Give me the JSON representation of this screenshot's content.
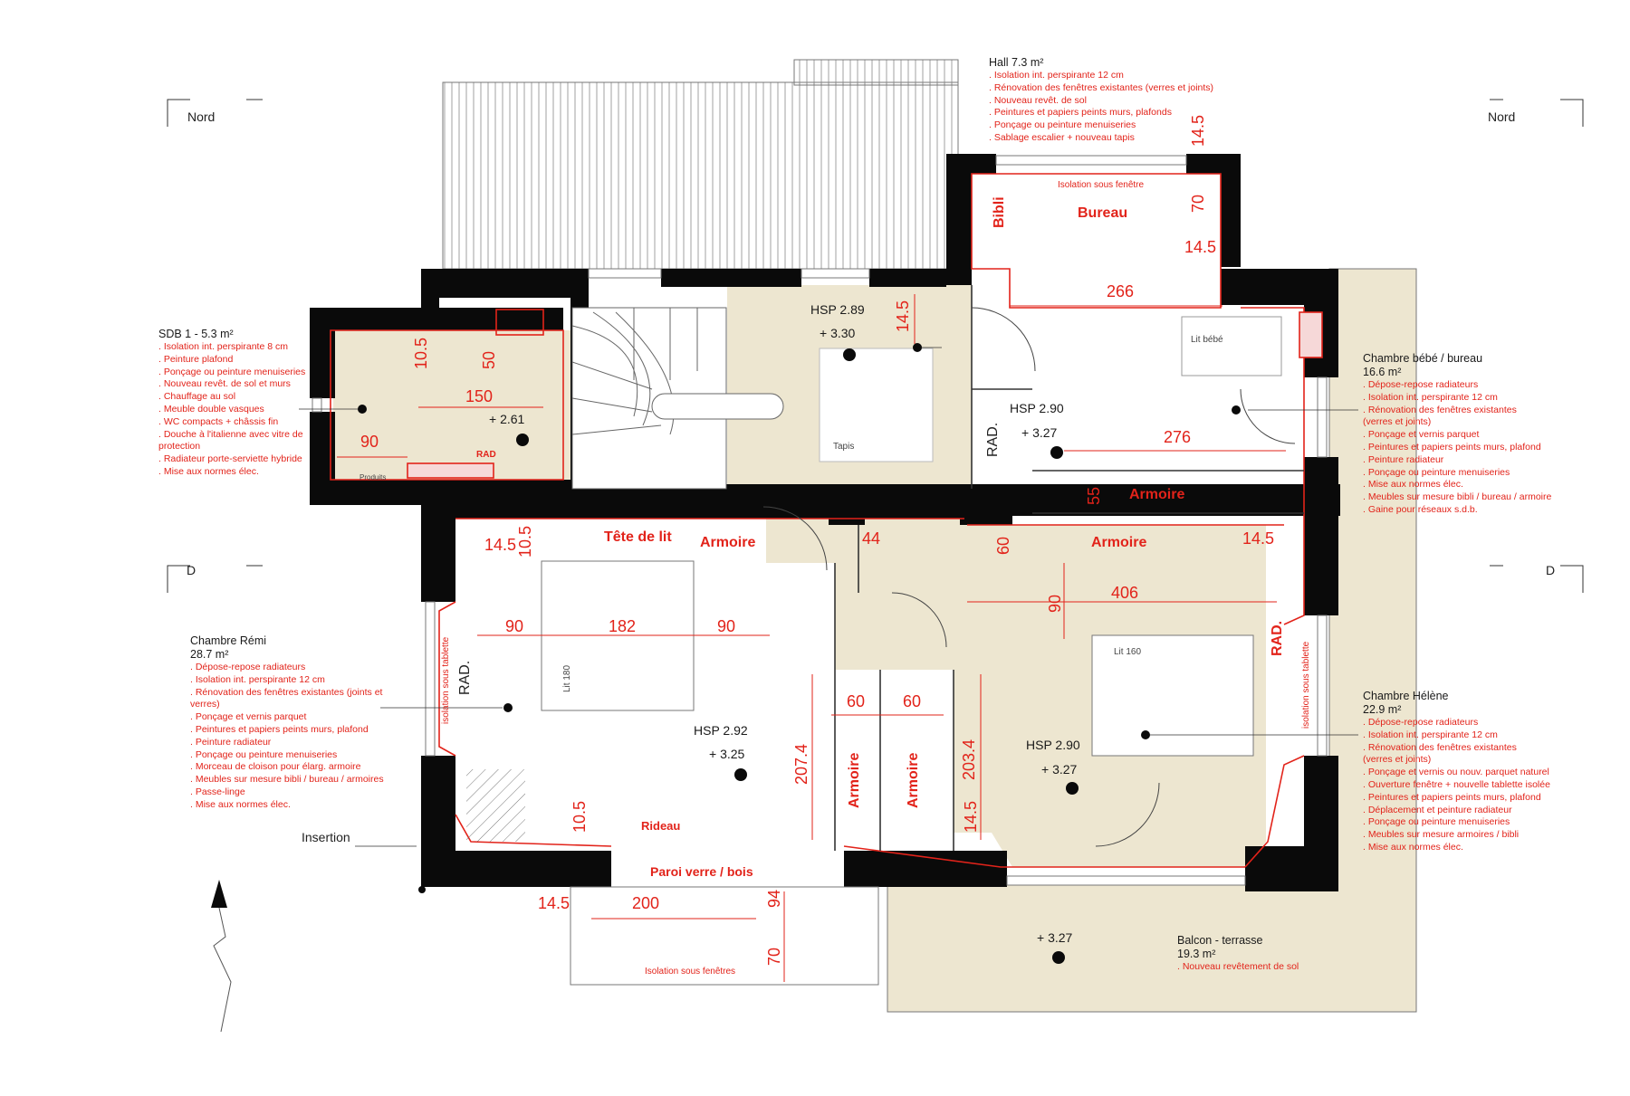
{
  "compass": {
    "north_left": "Nord",
    "north_right": "Nord",
    "section_left": "D",
    "section_right": "D"
  },
  "insertion_label": "Insertion",
  "annotations": {
    "hall": {
      "title": "Hall 7.3 m²",
      "area": "",
      "items": [
        ". Isolation int. perspirante 12 cm",
        ". Rénovation des fenêtres existantes (verres et joints)",
        ". Nouveau revêt. de sol",
        ". Peintures et papiers peints murs, plafonds",
        ". Ponçage ou peinture menuiseries",
        ". Sablage escalier + nouveau tapis"
      ]
    },
    "sdb": {
      "title": "SDB 1 - 5.3 m²",
      "area": "",
      "items": [
        ". Isolation int. perspirante 8 cm",
        ". Peinture plafond",
        ". Ponçage ou peinture menuiseries",
        ". Nouveau revêt. de sol et murs",
        ". Chauffage au sol",
        ". Meuble double vasques",
        ". WC compacts + châssis fin",
        ". Douche à l'italienne avec vitre de",
        "protection",
        ". Radiateur porte-serviette hybride",
        ". Mise aux normes élec."
      ]
    },
    "bebe": {
      "title": "Chambre bébé / bureau",
      "area": "16.6 m²",
      "items": [
        ". Dépose-repose radiateurs",
        ". Isolation int. perspirante 12 cm",
        ". Rénovation des fenêtres existantes",
        "(verres et joints)",
        ". Ponçage et vernis parquet",
        ". Peintures et papiers peints murs, plafond",
        ". Peinture radiateur",
        ". Ponçage ou peinture menuiseries",
        ". Mise aux normes élec.",
        ". Meubles sur mesure bibli / bureau / armoire",
        ". Gaine pour réseaux s.d.b."
      ]
    },
    "remi": {
      "title": "Chambre Rémi",
      "area": "28.7 m²",
      "items": [
        ". Dépose-repose radiateurs",
        ". Isolation int. perspirante 12 cm",
        ". Rénovation des fenêtres existantes (joints et",
        "verres)",
        ". Ponçage et vernis parquet",
        ". Peintures et papiers peints murs, plafond",
        ". Peinture radiateur",
        ". Ponçage ou peinture menuiseries",
        ". Morceau de cloison pour élarg. armoire",
        ". Meubles sur mesure bibli / bureau / armoires",
        ". Passe-linge",
        ". Mise aux normes élec."
      ]
    },
    "helene": {
      "title": "Chambre Hélène",
      "area": "22.9 m²",
      "items": [
        ". Dépose-repose radiateurs",
        ". Isolation int. perspirante 12 cm",
        ". Rénovation des fenêtres existantes",
        "(verres et joints)",
        ". Ponçage et vernis ou nouv. parquet naturel",
        ". Ouverture fenêtre + nouvelle tablette isolée",
        ". Peintures et papiers peints murs, plafond",
        ". Déplacement et peinture radiateur",
        ". Ponçage ou peinture menuiseries",
        ". Meubles sur mesure armoires / bibli",
        ". Mise aux normes élec."
      ]
    },
    "balcon": {
      "title": "Balcon - terrasse",
      "area": "19.3 m²",
      "items": [
        ". Nouveau revêtement de sol"
      ]
    }
  },
  "room_labels": {
    "bureau": "Bureau",
    "bibli": "Bibli",
    "armoire_bebe": "Armoire",
    "armoire_couloir": "Armoire",
    "armoire_remi": "Armoire",
    "tete_de_lit": "Tête de lit",
    "armoire_v1": "Armoire",
    "armoire_v2": "Armoire",
    "rideau": "Rideau",
    "paroi": "Paroi verre / bois",
    "rad_bebe": "RAD.",
    "rad_remi": "RAD.",
    "rad_helene": "RAD.",
    "rad_sdb": "RAD"
  },
  "small_labels": {
    "isolation_bureau": "Isolation sous fenêtre",
    "isolation_loggia": "Isolation sous fenêtres",
    "isolation_remi": "isolation sous tablette",
    "isolation_helene": "isolation sous tablette",
    "lit_bebe": "Lit bébé",
    "lit_180": "Lit 180",
    "lit_160": "Lit 160",
    "tapis": "Tapis",
    "produits": "Produits"
  },
  "levels": {
    "hall": {
      "hsp": "HSP 2.89",
      "alt": "+ 3.30"
    },
    "sdb": {
      "alt": "+ 2.61"
    },
    "bebe": {
      "hsp": "HSP 2.90",
      "alt": "+ 3.27"
    },
    "remi": {
      "hsp": "HSP 2.92",
      "alt": "+ 3.25"
    },
    "helene": {
      "hsp": "HSP 2.90",
      "alt": "+ 3.27"
    },
    "balcon": {
      "alt": "+ 3.27"
    }
  },
  "dimensions": {
    "bureau_top": "14.5",
    "bureau_70": "70",
    "bureau_145b": "14.5",
    "bureau_266": "266",
    "hall_145": "14.5",
    "sdb_105": "10.5",
    "sdb_50": "50",
    "sdb_150": "150",
    "sdb_90": "90",
    "bebe_276": "276",
    "bebe_55": "55",
    "couloir_60": "60",
    "couloir_145": "14.5",
    "couloir_44": "44",
    "helene_90": "90",
    "helene_406": "406",
    "remi_145": "14.5",
    "remi_105": "10.5",
    "remi_90a": "90",
    "remi_182": "182",
    "remi_90b": "90",
    "remi_60a": "60",
    "remi_60b": "60",
    "remi_2074": "207.4",
    "helene_2034": "203.4",
    "remi_105b": "10.5",
    "helene_145": "14.5",
    "loggia_145": "14.5",
    "loggia_200": "200",
    "loggia_94": "94",
    "loggia_70": "70"
  }
}
